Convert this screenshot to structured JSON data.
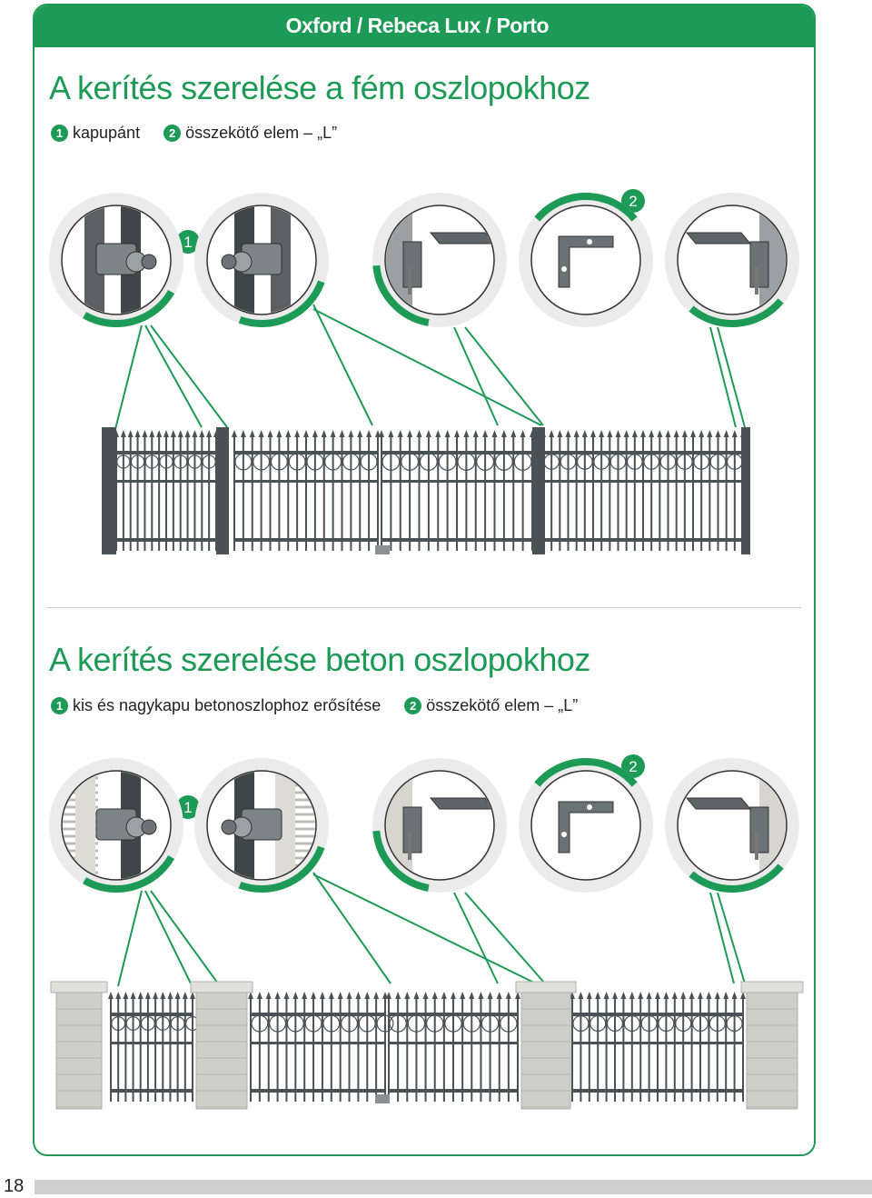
{
  "header": {
    "title": "Oxford / Rebeca Lux / Porto"
  },
  "section1": {
    "title": "A kerítés szerelése a fém oszlopokhoz",
    "legend": [
      {
        "num": "1",
        "label": "kapupánt"
      },
      {
        "num": "2",
        "label": "összekötő elem – „L”"
      }
    ],
    "callout_1": "1",
    "callout_2": "2"
  },
  "section2": {
    "title": "A kerítés szerelése beton oszlopokhoz",
    "legend": [
      {
        "num": "1",
        "label": "kis és nagykapu betonoszlophoz erősítése"
      },
      {
        "num": "2",
        "label": "összekötő elem – „L”"
      }
    ],
    "callout_1": "1",
    "callout_2": "2"
  },
  "footer": {
    "page_number": "18"
  },
  "colors": {
    "accent": "#1e9a57",
    "metal": "#4a5256",
    "stone": "#cfcfca"
  }
}
